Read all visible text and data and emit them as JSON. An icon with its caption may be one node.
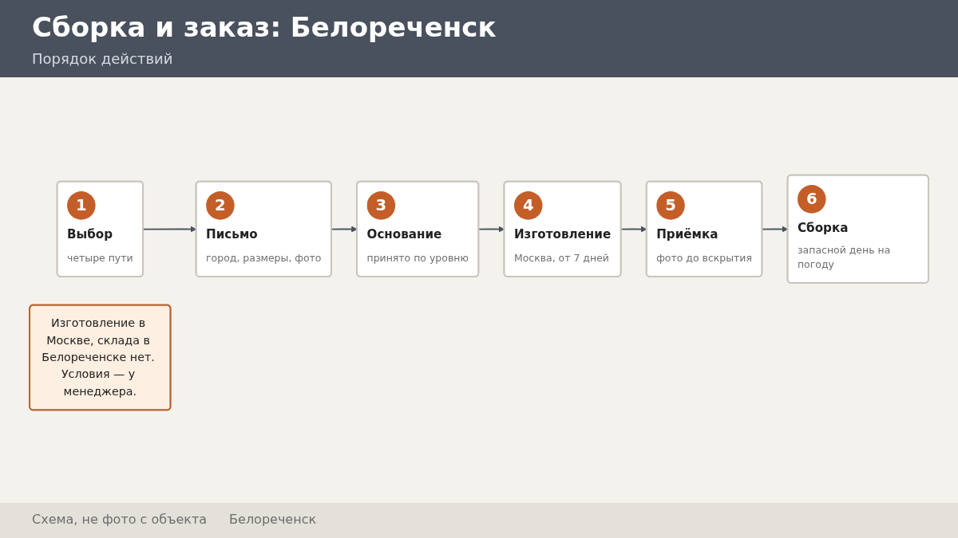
{
  "diagram": {
    "title": "Сборка и заказ: Белореченск",
    "nodes": [
      {
        "text": [
          "1",
          "Выбор",
          "четыре пути"
        ]
      },
      {
        "text": [
          "2",
          "Письмо",
          "город, размеры, фото"
        ]
      },
      {
        "text": [
          "3",
          "Основание",
          "принято по уровню"
        ]
      },
      {
        "text": [
          "4",
          "Изготовление",
          "Москва, от 7 дней"
        ]
      },
      {
        "text": [
          "5",
          "Приёмка",
          "фото до вскрытия"
        ]
      },
      {
        "text": [
          "6",
          "Сборка",
          "запасной день на погоду"
        ]
      },
      {
        "text": [
          "Изготовление в Москве, склада в Белореченске нет. Условия — у менеджера."
        ]
      }
    ],
    "edges": [
      {
        "from": 0,
        "to": 1,
        "arrow": "to"
      },
      {
        "from": 1,
        "to": 2,
        "arrow": "to"
      },
      {
        "from": 2,
        "to": 3,
        "arrow": "to"
      },
      {
        "from": 3,
        "to": 4,
        "arrow": "to"
      },
      {
        "from": 4,
        "to": 5,
        "arrow": "to"
      }
    ],
    "labels": [
      "Порядок действий",
      "Схема, не фото с объекта",
      "Белореченск"
    ]
  }
}
